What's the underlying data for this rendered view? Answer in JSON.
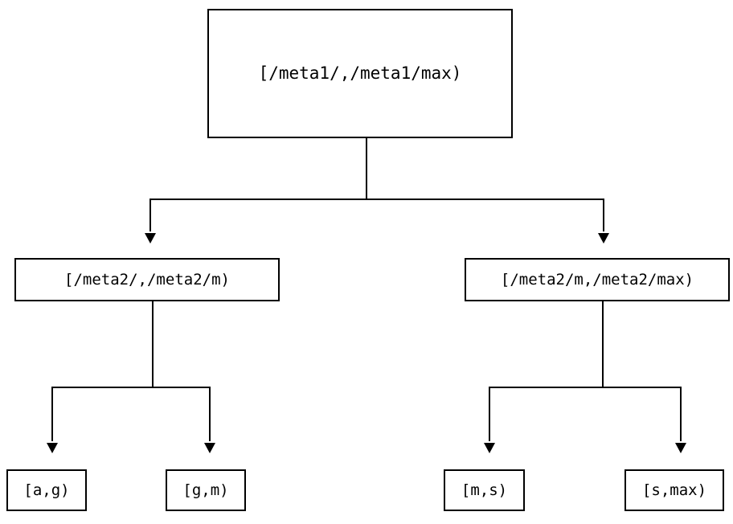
{
  "diagram": {
    "type": "tree",
    "title": "",
    "background_color": "#ffffff",
    "line_color": "#000000",
    "text_color": "#000000",
    "nodes": {
      "root": {
        "label": "[/meta1/,/meta1/max)",
        "level": 0
      },
      "mid": [
        {
          "label": "[/meta2/,/meta2/m)",
          "level": 1
        },
        {
          "label": "[/meta2/m,/meta2/max)",
          "level": 1
        }
      ],
      "leaves": [
        {
          "label": "[a,g)",
          "level": 2
        },
        {
          "label": "[g,m)",
          "level": 2
        },
        {
          "label": "[m,s)",
          "level": 2
        },
        {
          "label": "[s,max)",
          "level": 2
        }
      ]
    },
    "edges": [
      {
        "from": "root",
        "to": "mid.0",
        "arrow": "down-triangle"
      },
      {
        "from": "root",
        "to": "mid.1",
        "arrow": "down-triangle"
      },
      {
        "from": "mid.0",
        "to": "leaves.0",
        "arrow": "down-triangle"
      },
      {
        "from": "mid.0",
        "to": "leaves.1",
        "arrow": "down-triangle"
      },
      {
        "from": "mid.1",
        "to": "leaves.2",
        "arrow": "down-triangle"
      },
      {
        "from": "mid.1",
        "to": "leaves.3",
        "arrow": "down-triangle"
      }
    ]
  }
}
